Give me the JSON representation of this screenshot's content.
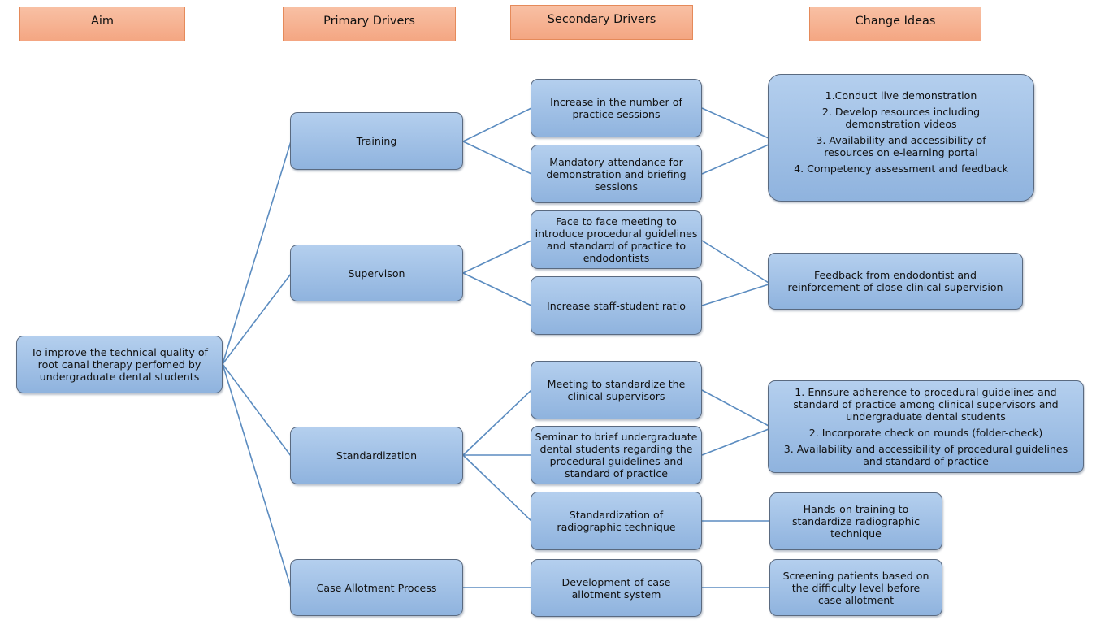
{
  "headers": {
    "aim": "Aim",
    "primary": "Primary Drivers",
    "secondary": "Secondary Drivers",
    "change": "Change Ideas"
  },
  "aim": "To improve the technical quality of root canal therapy perfomed by undergraduate dental students",
  "primary_drivers": [
    "Training",
    "Supervison",
    "Standardization",
    "Case Allotment Process"
  ],
  "secondary_drivers": [
    "Increase in the number of practice sessions",
    "Mandatory attendance for demonstration and briefing sessions",
    "Face to face meeting to introduce procedural guidelines and standard of practice to endodontists",
    "Increase staff-student ratio",
    "Meeting to standardize the clinical supervisors",
    "Seminar to brief undergraduate dental students regarding the procedural guidelines and standard of practice",
    "Standardization of radiographic technique",
    "Development of case allotment system"
  ],
  "change_ideas": {
    "training": [
      "1.Conduct live demonstration",
      "2.  Develop resources including demonstration videos",
      "3. Availability and accessibility of resources on e-learning portal",
      "4. Competency assessment and feedback"
    ],
    "supervision": "Feedback from endodontist and reinforcement of close clinical supervision",
    "standardization": [
      "1. Ennsure adherence to procedural guidelines and standard of practice among clinical supervisors and undergraduate dental students",
      "2. Incorporate check on rounds (folder-check)",
      "3. Availability and accessibility of procedural guidelines and standard of practice"
    ],
    "radiographic": "Hands-on training to standardize radiographic technique",
    "case_allotment": "Screening patients based on the difficulty level before case allotment"
  }
}
